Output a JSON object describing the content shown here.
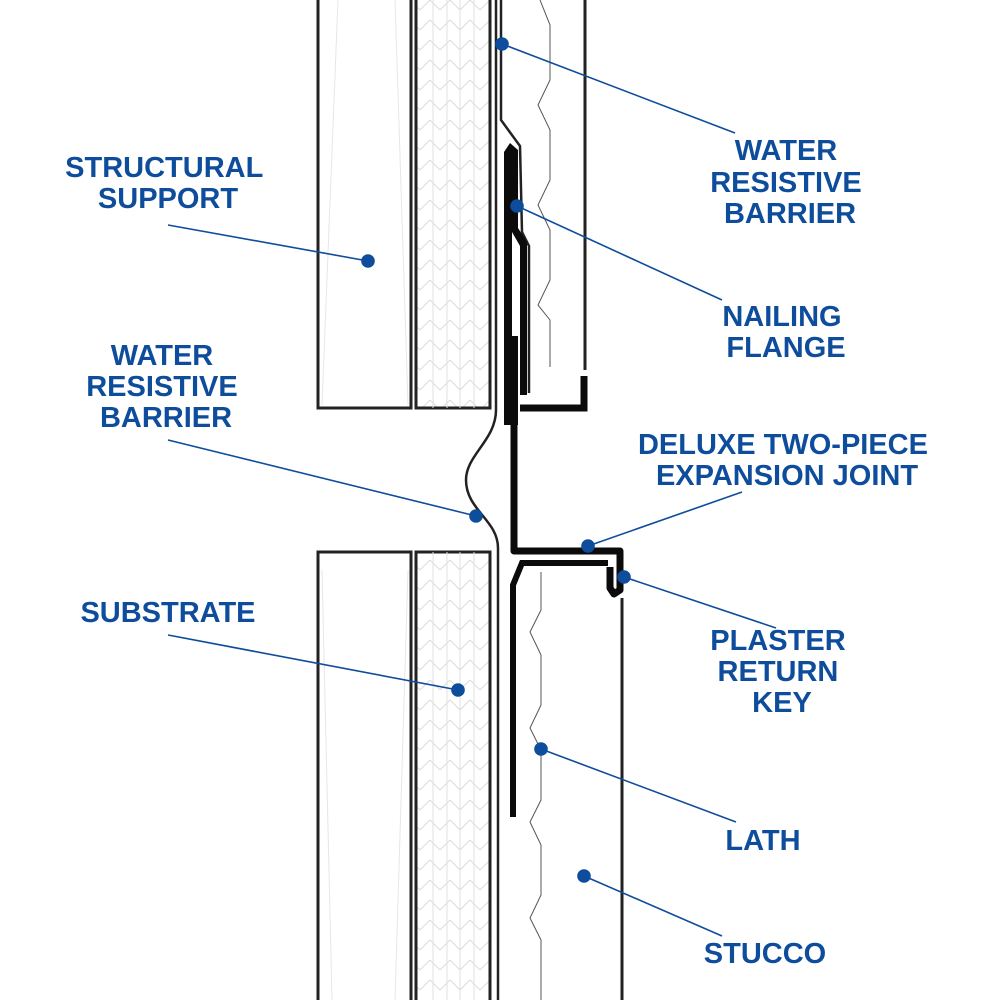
{
  "colors": {
    "label": "#0e4c9c",
    "line": "#111111",
    "hatch": "#d8d8d8"
  },
  "labels": {
    "structural_support": [
      "STRUCTURAL",
      "SUPPORT"
    ],
    "wrb_left": [
      "WATER",
      "RESISTIVE",
      "BARRIER"
    ],
    "substrate": [
      "SUBSTRATE"
    ],
    "wrb_right": [
      "WATER",
      "RESISTIVE",
      "BARRIER"
    ],
    "nailing_flange": [
      "NAILING",
      "FLANGE"
    ],
    "expansion_joint": [
      "DELUXE TWO-PIECE",
      "EXPANSION JOINT"
    ],
    "plaster_return_key": [
      "PLASTER",
      "RETURN",
      "KEY"
    ],
    "lath": [
      "LATH"
    ],
    "stucco": [
      "STUCCO"
    ]
  }
}
